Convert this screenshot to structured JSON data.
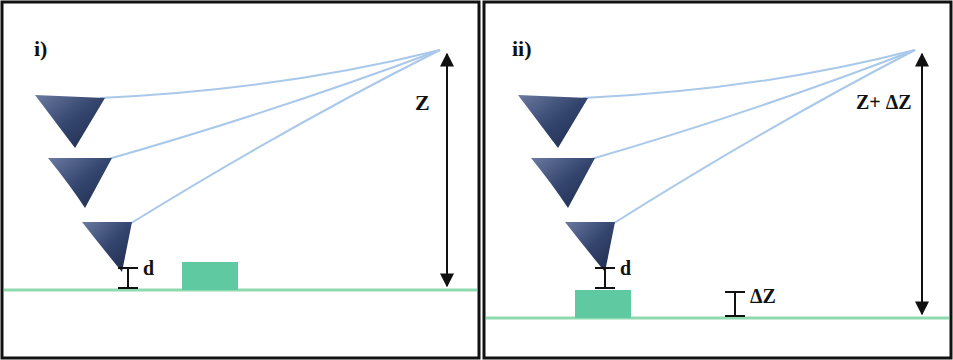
{
  "diagram": {
    "labels": [
      "i)",
      "Z",
      "d",
      "ii)",
      "Z+ ΔZ",
      "d",
      "ΔZ"
    ]
  }
}
